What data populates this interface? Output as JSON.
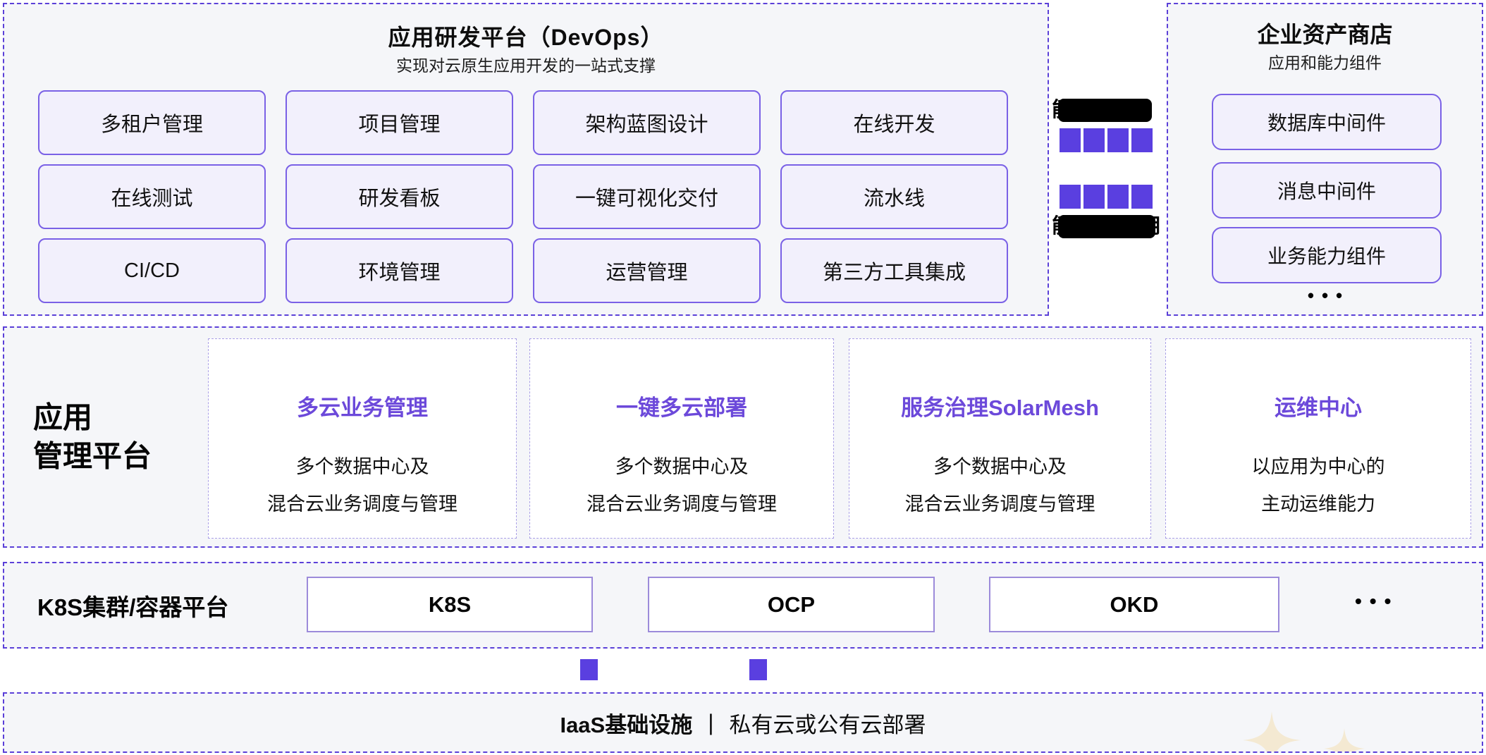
{
  "devops_platform": {
    "title": "应用研发平台（DevOps）",
    "subtitle": "实现对云原生应用开发的一站式支撑",
    "capabilities": [
      "多租户管理",
      "项目管理",
      "架构蓝图设计",
      "在线开发",
      "在线测试",
      "研发看板",
      "一键可视化交付",
      "流水线",
      "CI/CD",
      "环境管理",
      "运营管理",
      "第三方工具集成"
    ]
  },
  "capability_flow": {
    "top_label_visible_fragment": "能",
    "bottom_label_left_fragment": "能",
    "bottom_label_right_fragment": "用",
    "squares_per_row": 4,
    "square_color": "#5a3fe0"
  },
  "asset_store": {
    "title": "企业资产商店",
    "subtitle": "应用和能力组件",
    "items": [
      "数据库中间件",
      "消息中间件",
      "业务能力组件"
    ],
    "more_indicator": "•••"
  },
  "app_management": {
    "label_line1": "应用",
    "label_line2": "管理平台",
    "cards": [
      {
        "title": "多云业务管理",
        "desc_line1": "多个数据中心及",
        "desc_line2": "混合云业务调度与管理"
      },
      {
        "title": "一键多云部署",
        "desc_line1": "多个数据中心及",
        "desc_line2": "混合云业务调度与管理"
      },
      {
        "title": "服务治理SolarMesh",
        "desc_line1": "多个数据中心及",
        "desc_line2": "混合云业务调度与管理"
      },
      {
        "title": "运维中心",
        "desc_line1": "以应用为中心的",
        "desc_line2": "主动运维能力"
      }
    ]
  },
  "k8s_band": {
    "label": "K8S集群/容器平台",
    "platforms": [
      "K8S",
      "OCP",
      "OKD"
    ],
    "more_indicator": "•••"
  },
  "iaas_band": {
    "label_bold": "IaaS基础设施",
    "separator": "|",
    "label_regular": "私有云或公有云部署"
  },
  "colors": {
    "dashed_border": "#5b40d8",
    "panel_background": "#f5f6f9",
    "cell_background": "#f2f0fc",
    "cell_border": "#7a61e6",
    "accent_square": "#5a3fe0",
    "card_title": "#6c49da",
    "k8s_box_border": "#9c8bda",
    "sparkle": "#f4e9d2"
  }
}
